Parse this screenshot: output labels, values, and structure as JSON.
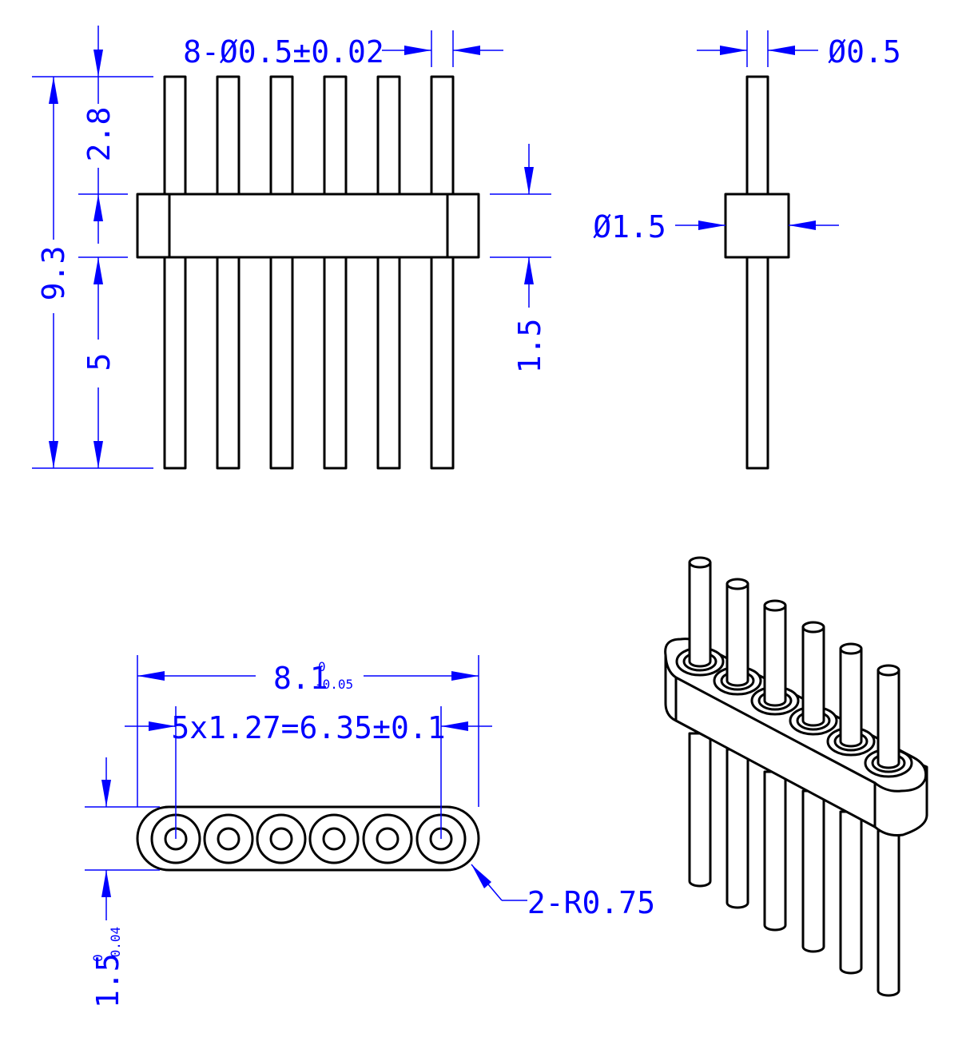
{
  "dimensions": {
    "pin_diameter_callout": "8-Ø0.5±0.02",
    "pin_diameter_side": "Ø0.5",
    "height_total": "9.3",
    "height_top_pin": "2.8",
    "height_bottom_pin": "5",
    "body_height": "1.5",
    "body_diameter": "Ø1.5",
    "body_length": {
      "base": "8.1",
      "upper_tol": "0",
      "lower_tol": "-0.05"
    },
    "pitch_callout": "5x1.27=6.35±0.1",
    "body_width": {
      "base": "1.5",
      "upper_tol": "0",
      "lower_tol": "-0.04"
    },
    "radius_callout": "2-R0.75"
  },
  "colors": {
    "part": "#000000",
    "dimension": "#0000ff",
    "background": "#ffffff"
  }
}
